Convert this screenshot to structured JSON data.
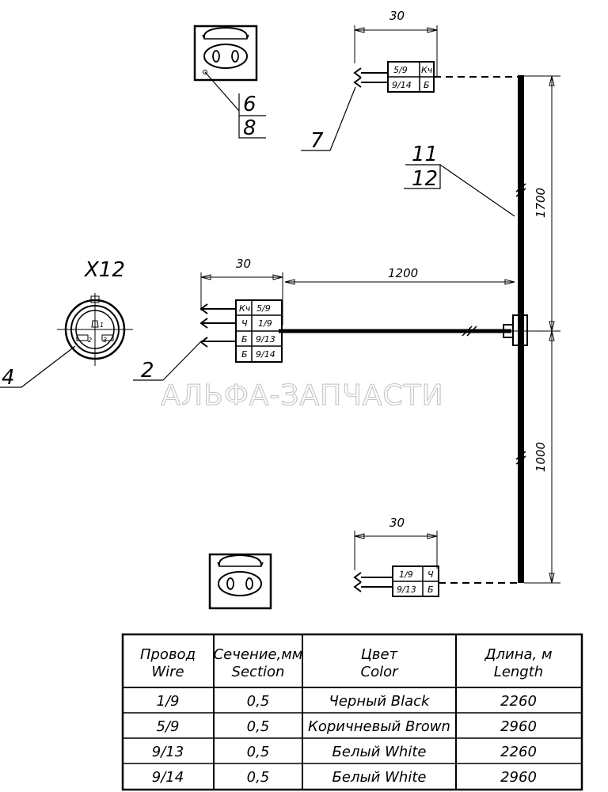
{
  "connector_name": "X12",
  "watermark": "АЛЬФА-ЗАПЧАСТИ",
  "callouts": {
    "c2": "2",
    "c4": "4",
    "c6": "6",
    "c8": "8",
    "c7": "7",
    "c11": "11",
    "c12": "12"
  },
  "dimensions": {
    "top_connector": "30",
    "left_connector": "30",
    "bottom_connector": "30",
    "horizontal_run": "1200",
    "upper_trunk": "1700",
    "lower_trunk": "1000"
  },
  "connector_pins": {
    "one": "1",
    "two": "2",
    "three": "3"
  },
  "wire_labels": {
    "top": [
      {
        "wire": "5/9",
        "color": "Кч"
      },
      {
        "wire": "9/14",
        "color": "Б"
      }
    ],
    "left": [
      {
        "color": "Кч",
        "wire": "5/9"
      },
      {
        "color": "Ч",
        "wire": "1/9"
      },
      {
        "color": "Б",
        "wire": "9/13"
      },
      {
        "color": "Б",
        "wire": "9/14"
      }
    ],
    "bottom": [
      {
        "wire": "1/9",
        "color": "Ч"
      },
      {
        "wire": "9/13",
        "color": "Б"
      }
    ]
  },
  "table": {
    "headers": [
      {
        "ru": "Провод",
        "en": "Wire"
      },
      {
        "ru": "Сечение,мм",
        "en": "Section"
      },
      {
        "ru": "Цвет",
        "en": "Color"
      },
      {
        "ru": "Длина, м",
        "en": "Length"
      }
    ],
    "rows": [
      [
        "1/9",
        "0,5",
        "Черный Black",
        "2260"
      ],
      [
        "5/9",
        "0,5",
        "Коричневый Brown",
        "2960"
      ],
      [
        "9/13",
        "0,5",
        "Белый White",
        "2260"
      ],
      [
        "9/14",
        "0,5",
        "Белый White",
        "2960"
      ]
    ]
  }
}
